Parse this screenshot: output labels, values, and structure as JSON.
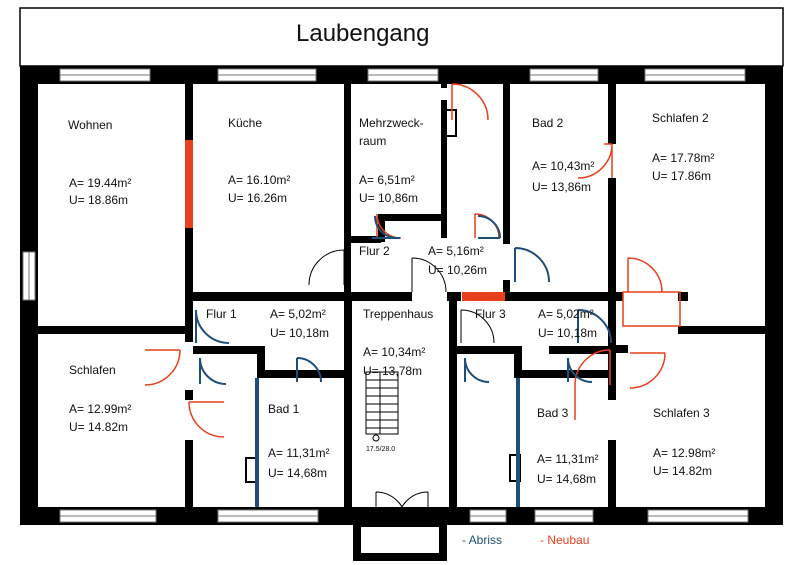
{
  "title": "Laubengang",
  "rooms": {
    "wohnen": {
      "name": "Wohnen",
      "area": "A= 19.44m²",
      "perimeter": "U= 18.86m"
    },
    "kueche": {
      "name": "Küche",
      "area": "A= 16.10m²",
      "perimeter": "U= 16.26m"
    },
    "mehrzweck": {
      "name_1": "Mehrzweck-",
      "name_2": "raum",
      "area": "A= 6,51m²",
      "perimeter": "U= 10,86m"
    },
    "bad2": {
      "name": "Bad 2",
      "area": "A= 10,43m²",
      "perimeter": "U= 13,86m"
    },
    "schlafen2": {
      "name": "Schlafen 2",
      "area": "A= 17.78m²",
      "perimeter": "U= 17.86m"
    },
    "flur2": {
      "name": "Flur 2",
      "area": "A= 5,16m²",
      "perimeter": "U= 10,26m"
    },
    "flur1": {
      "name": "Flur 1",
      "area": "A= 5,02m²",
      "perimeter": "U= 10,18m"
    },
    "treppenhaus": {
      "name": "Treppenhaus",
      "area": "A= 10,34m²",
      "perimeter": "U= 13,78m",
      "stair_note": "17.5/28.0"
    },
    "flur3": {
      "name": "Flur 3",
      "area": "A= 5,02m²",
      "perimeter": "U= 10,18m"
    },
    "schlafen": {
      "name": "Schlafen",
      "area": "A= 12.99m²",
      "perimeter": "U= 14.82m"
    },
    "bad1": {
      "name": "Bad 1",
      "area": "A= 11,31m²",
      "perimeter": "U= 14,68m"
    },
    "bad3": {
      "name": "Bad 3",
      "area": "A= 11,31m²",
      "perimeter": "U= 14,68m"
    },
    "schlafen3": {
      "name": "Schlafen 3",
      "area": "A= 12.98m²",
      "perimeter": "U= 14.82m"
    }
  },
  "legend": {
    "abriss": "- Abriss",
    "neubau": "- Neubau"
  },
  "colors": {
    "wall": "#000000",
    "abriss": "#1f4e79",
    "neubau": "#e8401c",
    "window": "#9a9a9a"
  }
}
